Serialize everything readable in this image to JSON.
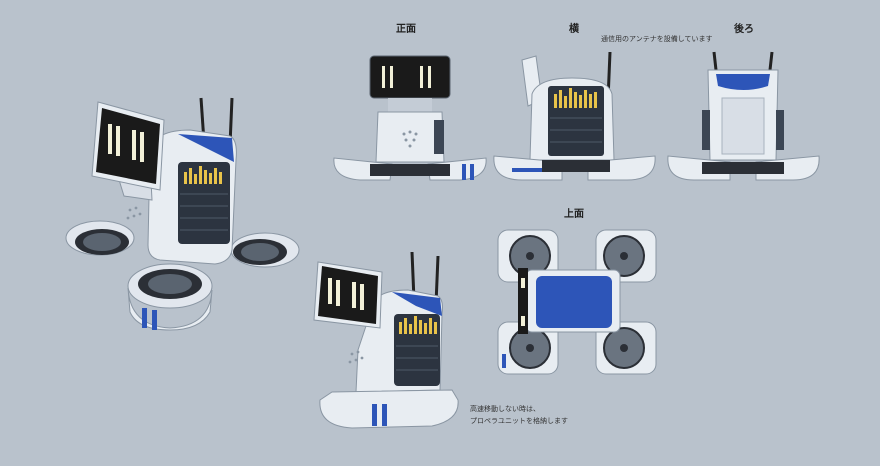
{
  "labels": {
    "front": "正面",
    "side": "横",
    "back": "後ろ",
    "top": "上面"
  },
  "notes": {
    "antenna": "通信用のアンテナを設備しています",
    "storage_line1": "高速移動しない時は、",
    "storage_line2": "プロペラユニットを格納します"
  },
  "colors": {
    "background": "#b9c2cc",
    "body": "#e8edf2",
    "body_shade": "#c4ccd6",
    "accent_blue": "#2d55b8",
    "screen": "#1a1a1a",
    "screen_light": "#f2f0d8",
    "eq_yellow": "#e8c34a",
    "dark_panel": "#2c3440"
  }
}
